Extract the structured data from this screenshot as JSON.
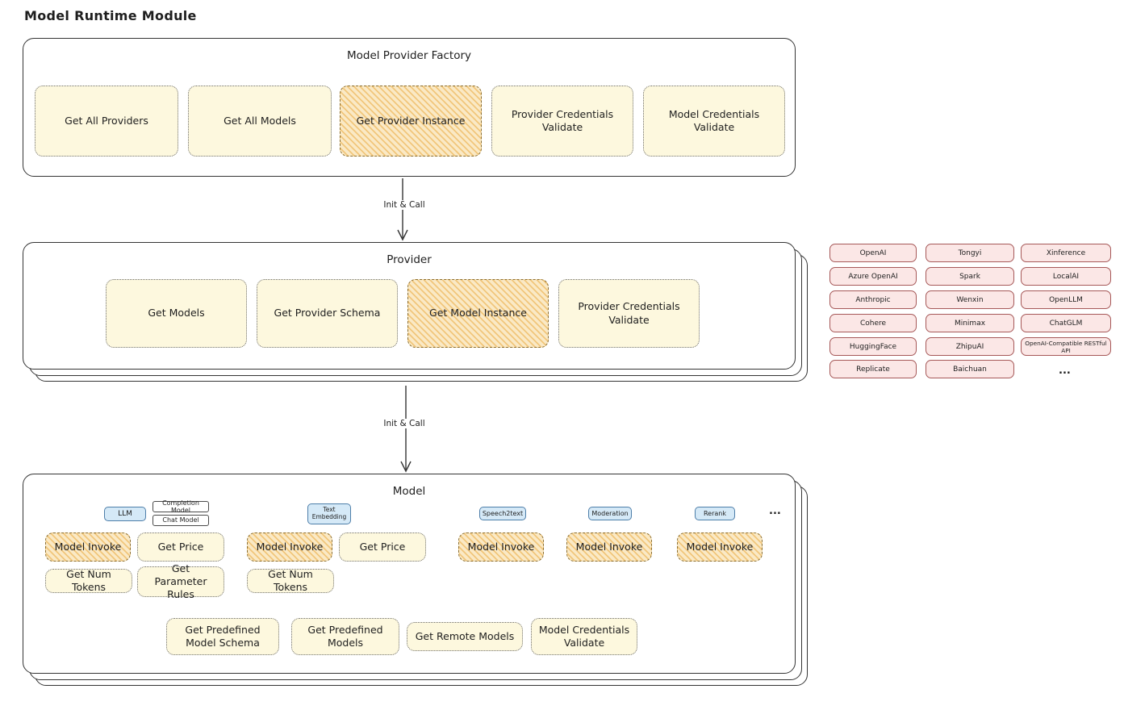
{
  "page": {
    "title": "Model Runtime Module"
  },
  "colors": {
    "stroke": "#343434",
    "box_fill_yellow": "#fdf8de",
    "box_fill_orange_hatch": "#e9a436",
    "tag_fill_blue": "#d5e9f7",
    "provider_fill_pink": "#fbe7e6"
  },
  "factory": {
    "title": "Model Provider Factory",
    "items": [
      "Get All Providers",
      "Get All Models",
      "Get Provider Instance",
      "Provider Credentials Validate",
      "Model Credentials Validate"
    ]
  },
  "arrows": {
    "init_call_1": "Init & Call",
    "init_call_2": "Init & Call"
  },
  "provider": {
    "title": "Provider",
    "items": [
      "Get Models",
      "Get Provider Schema",
      "Get Model Instance",
      "Provider Credentials Validate"
    ]
  },
  "providers_grid": {
    "col1": [
      "OpenAI",
      "Azure OpenAI",
      "Anthropic",
      "Cohere",
      "HuggingFace",
      "Replicate"
    ],
    "col2": [
      "Tongyi",
      "Spark",
      "Wenxin",
      "Minimax",
      "ZhipuAI",
      "Baichuan"
    ],
    "col3": [
      "Xinference",
      "LocalAI",
      "OpenLLM",
      "ChatGLM",
      "OpenAI-Compatible RESTful API"
    ],
    "more": "..."
  },
  "model": {
    "title": "Model",
    "tags": {
      "llm": "LLM",
      "completion_model": "Completion Model",
      "chat_model": "Chat Model",
      "text_embedding": "Text Embedding",
      "speech2text": "Speech2text",
      "moderation": "Moderation",
      "rerank": "Rerank",
      "more": "..."
    },
    "ops": {
      "llm_invoke": "Model Invoke",
      "llm_get_price": "Get Price",
      "llm_get_num_tokens": "Get Num Tokens",
      "llm_get_parameter_rules": "Get Parameter Rules",
      "embedding_invoke": "Model Invoke",
      "embedding_get_price": "Get Price",
      "embedding_get_num_tokens": "Get Num Tokens",
      "speech2text_invoke": "Model Invoke",
      "moderation_invoke": "Model Invoke",
      "rerank_invoke": "Model Invoke"
    },
    "bottom": {
      "get_predefined_model_schema": "Get Predefined Model Schema",
      "get_predefined_models": "Get Predefined Models",
      "get_remote_models": "Get Remote Models",
      "model_credentials_validate": "Model Credentials Validate"
    }
  }
}
